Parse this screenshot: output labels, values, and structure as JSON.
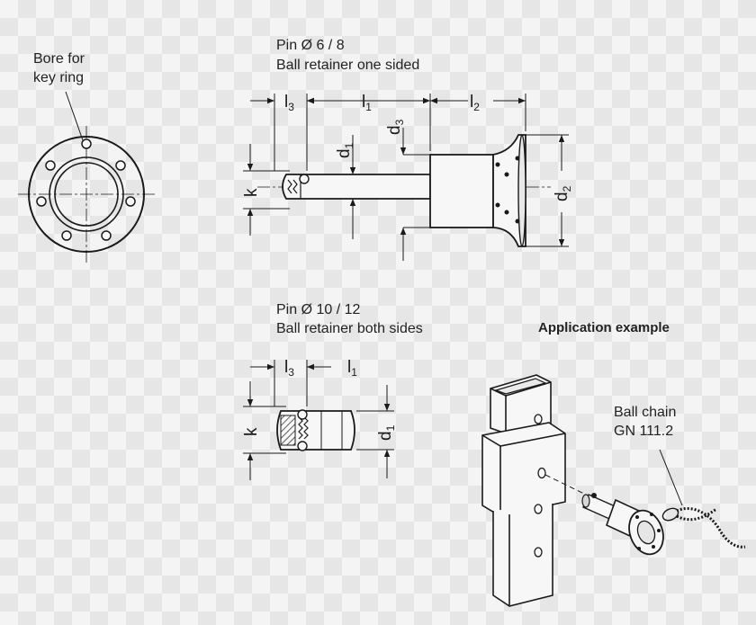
{
  "labels": {
    "bore_line1": "Bore for",
    "bore_line2": "key ring",
    "pin1_line1": "Pin Ø 6 / 8",
    "pin1_line2": "Ball retainer one sided",
    "pin2_line1": "Pin Ø 10 / 12",
    "pin2_line2": "Ball retainer both sides",
    "application": "Application example",
    "chain_line1": "Ball chain",
    "chain_line2": "GN 111.2"
  },
  "dims": {
    "l": "l",
    "d": "d",
    "k": "k",
    "sub1": "1",
    "sub2": "2",
    "sub3": "3"
  },
  "colors": {
    "line": "#1a1a1a",
    "shade": "#c8c8c8"
  }
}
